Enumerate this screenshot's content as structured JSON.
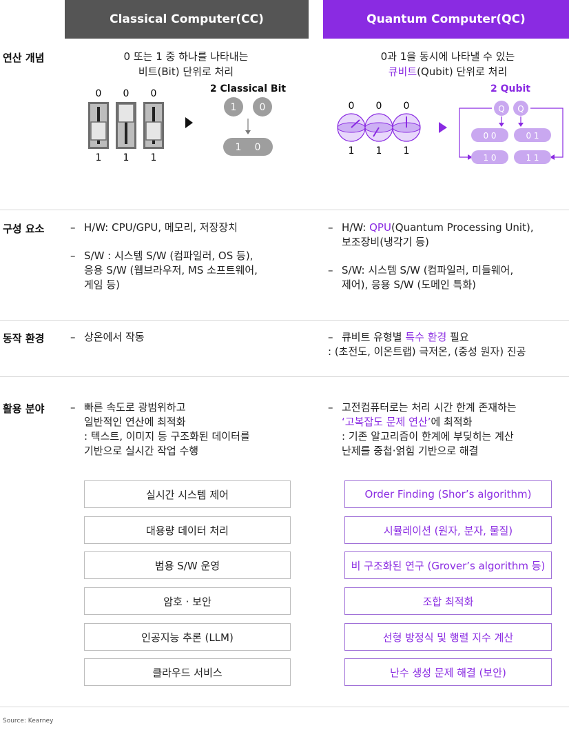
{
  "headers": {
    "cc": "Classical Computer(CC)",
    "qc": "Quantum Computer(QC)"
  },
  "rows": {
    "concept": {
      "label": "연산 개념",
      "cc_line1": "0 또는 1 중 하나를 나타내는",
      "cc_line2": "비트(Bit) 단위로 처리",
      "qc_line1": "0과 1을 동시에 나타낼 수 있는",
      "qc_line2_highlight": "큐비트",
      "qc_line2_rest": "(Qubit) 단위로 처리",
      "cc_diagram": {
        "title": "2 Classical Bit",
        "switch_top": [
          "0",
          "0",
          "0"
        ],
        "switch_bottom": [
          "1",
          "1",
          "1"
        ],
        "bits_top": [
          "1",
          "0"
        ],
        "bits_bottom": [
          "1",
          "0"
        ]
      },
      "qc_diagram": {
        "title": "2 Qubit",
        "sphere_top": [
          "0",
          "0",
          "0"
        ],
        "sphere_bottom": [
          "1",
          "1",
          "1"
        ],
        "qubits": [
          "Q",
          "Q"
        ],
        "states_top": [
          "0  0",
          "0  1"
        ],
        "states_bottom": [
          "1  0",
          "1  1"
        ]
      }
    },
    "components": {
      "label": "구성 요소",
      "cc": [
        {
          "lines": [
            "H/W: CPU/GPU, 메모리, 저장장치"
          ]
        },
        {
          "lines": [
            "S/W : 시스템 S/W (컴파일러, OS 등),",
            "응용 S/W (웹브라우저, MS 소프트웨어,",
            "게임 등)"
          ]
        }
      ],
      "qc": [
        {
          "prefix": "H/W: ",
          "highlight": "QPU",
          "suffix": "(Quantum Processing Unit),",
          "line2": "보조장비(냉각기 등)"
        },
        {
          "lines": [
            "S/W: 시스템 S/W (컴파일러, 미들웨어,",
            "제어), 응용 S/W (도메인 특화)"
          ]
        }
      ]
    },
    "environment": {
      "label": "동작 환경",
      "cc": "상온에서 작동",
      "qc_prefix": "큐비트 유형별 ",
      "qc_highlight": "특수 환경",
      "qc_suffix": " 필요",
      "qc_line2": ": (초전도, 이온트랩) 극저온, (중성 원자) 진공"
    },
    "applications": {
      "label": "활용 분야",
      "cc_lines": [
        "빠른 속도로 광범위하고",
        "일반적인 연산에 최적화",
        ": 텍스트, 이미지 등 구조화된 데이터를",
        "기반으로 실시간 작업 수행"
      ],
      "qc_line1": "고전컴퓨터로는 처리 시간 한계 존재하는",
      "qc_highlight": "‘고복잡도 문제 연산’",
      "qc_line2_rest": "에 최적화",
      "qc_line3": ": 기존 알고리즘이 한계에 부딪히는 계산",
      "qc_line4": "난제를 중첩·얽힘 기반으로 해결",
      "cc_boxes": [
        "실시간 시스템 제어",
        "대용량 데이터 처리",
        "범용 S/W 운영",
        "암호 · 보안",
        "인공지능 추론 (LLM)",
        "클라우드 서비스"
      ],
      "qc_boxes": [
        "Order Finding (Shor’s algorithm)",
        "시뮬레이션 (원자, 분자, 물질)",
        "비 구조화된 연구 (Grover’s algorithm 등)",
        "조합 최적화",
        "선형 방정식 및 행렬 지수 계산",
        "난수 생성 문제 해결 (보안)"
      ]
    }
  },
  "source": "Source: Kearney",
  "colors": {
    "purple": "#8a2be2",
    "gray_header": "#555555",
    "light_purple": "#c9a8f0"
  }
}
